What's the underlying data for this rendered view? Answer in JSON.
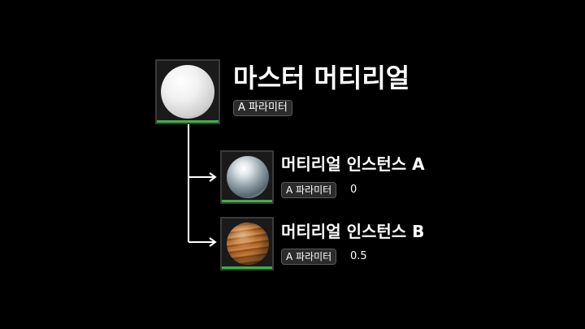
{
  "master": {
    "title": "마스터 머티리얼",
    "param_label": "A 파라미터",
    "sphere": "white-sphere-icon"
  },
  "instances": [
    {
      "title": "머티리얼 인스턴스 A",
      "param_label": "A 파라미터",
      "param_value": "0",
      "sphere": "chrome-sphere-icon"
    },
    {
      "title": "머티리얼 인스턴스 B",
      "param_label": "A 파라미터",
      "param_value": "0.5",
      "sphere": "wood-sphere-icon"
    }
  ],
  "colors": {
    "background": "#000000",
    "connector": "#ffffff",
    "thumb_bar": "#3fae49",
    "badge_bg": "#2b2b2b",
    "badge_border": "#5a5a5a"
  }
}
